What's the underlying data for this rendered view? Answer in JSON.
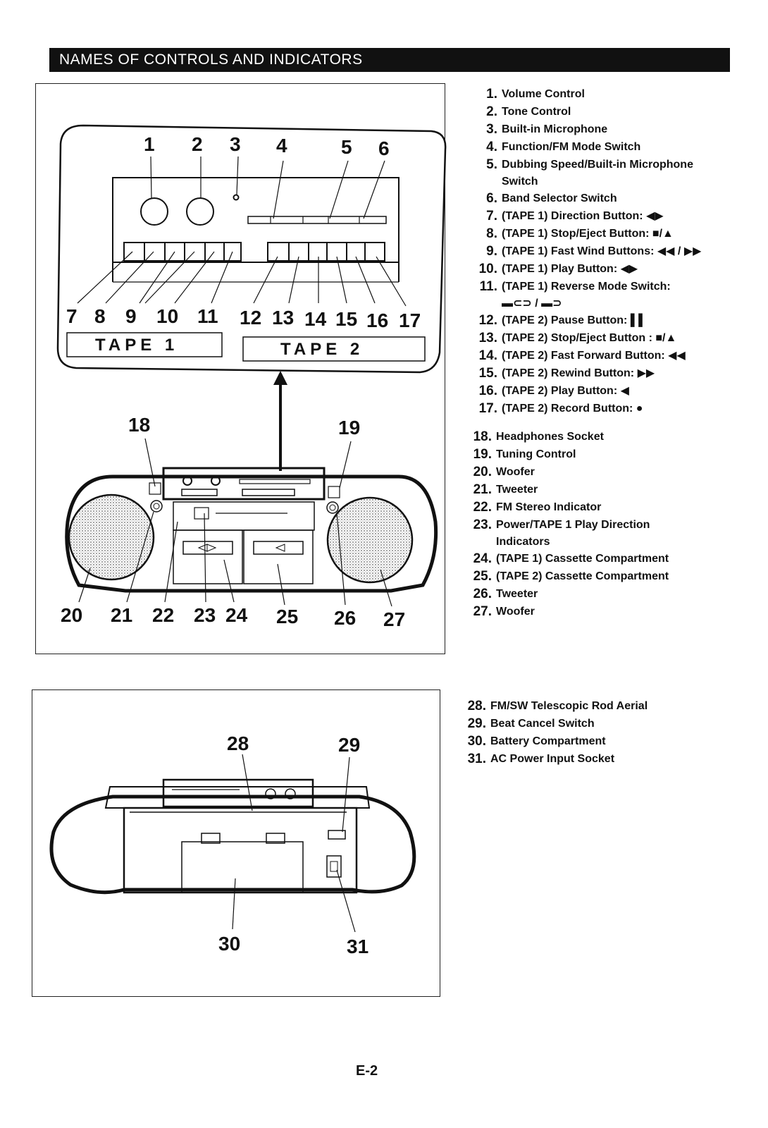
{
  "header": {
    "title": "NAMES OF CONTROLS AND INDICATORS"
  },
  "front_panel": {
    "callouts": [
      "1",
      "2",
      "3",
      "4",
      "5",
      "6",
      "7",
      "8",
      "9",
      "10",
      "11",
      "12",
      "13",
      "14",
      "15",
      "16",
      "17"
    ],
    "tape1_label": "TAPE 1",
    "tape2_label": "TAPE 2"
  },
  "front_view": {
    "callouts": [
      "18",
      "19",
      "20",
      "21",
      "22",
      "23",
      "24",
      "25",
      "26",
      "27"
    ]
  },
  "rear_view": {
    "callouts": [
      "28",
      "29",
      "30",
      "31"
    ]
  },
  "legend_front_panel": [
    {
      "num": "1.",
      "text": "Volume Control"
    },
    {
      "num": "2.",
      "text": "Tone Control"
    },
    {
      "num": "3.",
      "text": "Built-in Microphone"
    },
    {
      "num": "4.",
      "text": "Function/FM Mode Switch"
    },
    {
      "num": "5.",
      "text": "Dubbing Speed/Built-in Microphone",
      "text2": "Switch"
    },
    {
      "num": "6.",
      "text": "Band Selector Switch"
    },
    {
      "num": "7.",
      "text": "(TAPE 1) Direction Button: ◀▶"
    },
    {
      "num": "8.",
      "text": "(TAPE 1) Stop/Eject Button: ■/▲"
    },
    {
      "num": "9.",
      "text": "(TAPE 1) Fast Wind Buttons: ◀◀ / ▶▶"
    },
    {
      "num": "10.",
      "text": "(TAPE 1) Play Button: ◀▶"
    },
    {
      "num": "11.",
      "text": "(TAPE 1) Reverse Mode Switch:",
      "text2": "▬⊂⊃ / ▬⊃"
    },
    {
      "num": "12.",
      "text": "(TAPE 2) Pause Button: ▌▌"
    },
    {
      "num": "13.",
      "text": "(TAPE 2) Stop/Eject Button : ■/▲"
    },
    {
      "num": "14.",
      "text": "(TAPE 2) Fast Forward Button: ◀◀"
    },
    {
      "num": "15.",
      "text": "(TAPE 2) Rewind Button: ▶▶"
    },
    {
      "num": "16.",
      "text": "(TAPE 2) Play Button: ◀"
    },
    {
      "num": "17.",
      "text": "(TAPE 2) Record Button: ●"
    }
  ],
  "legend_front_view": [
    {
      "num": "18.",
      "text": "Headphones Socket"
    },
    {
      "num": "19.",
      "text": "Tuning Control"
    },
    {
      "num": "20.",
      "text": "Woofer"
    },
    {
      "num": "21.",
      "text": "Tweeter"
    },
    {
      "num": "22.",
      "text": "FM Stereo Indicator"
    },
    {
      "num": "23.",
      "text": "Power/TAPE 1 Play Direction",
      "text2": "Indicators"
    },
    {
      "num": "24.",
      "text": "(TAPE 1) Cassette Compartment"
    },
    {
      "num": "25.",
      "text": "(TAPE 2) Cassette Compartment"
    },
    {
      "num": "26.",
      "text": "Tweeter"
    },
    {
      "num": "27.",
      "text": "Woofer"
    }
  ],
  "legend_rear_view": [
    {
      "num": "28.",
      "text": "FM/SW Telescopic Rod Aerial"
    },
    {
      "num": "29.",
      "text": "Beat Cancel Switch"
    },
    {
      "num": "30.",
      "text": "Battery Compartment"
    },
    {
      "num": "31.",
      "text": "AC Power Input Socket"
    }
  ],
  "footer": {
    "page_number": "E-2"
  }
}
